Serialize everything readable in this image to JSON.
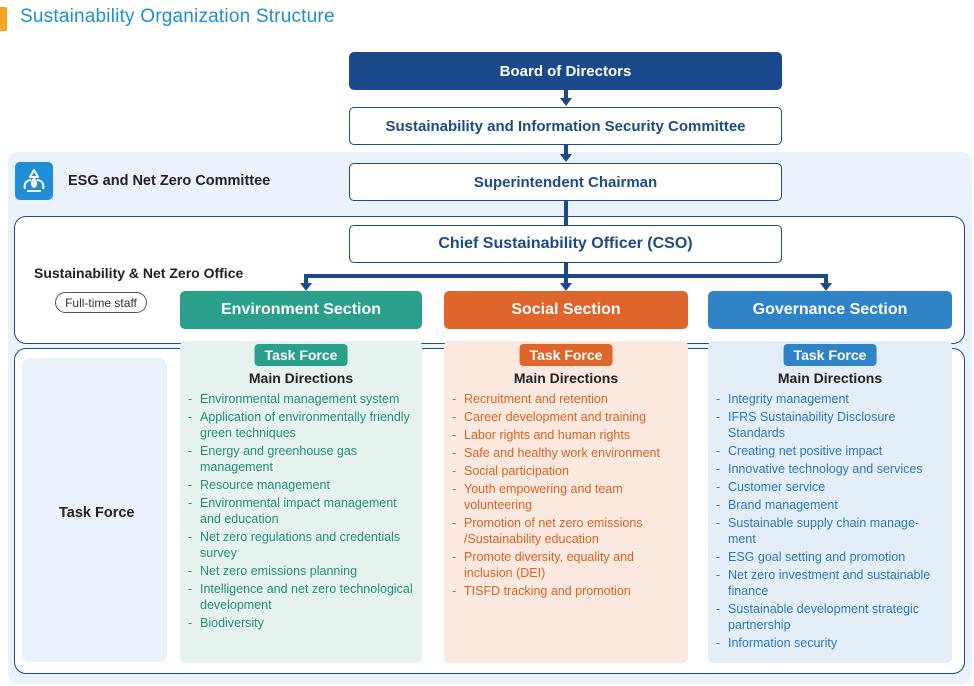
{
  "page": {
    "title": "Sustainability Organization Structure"
  },
  "hierarchy": {
    "board": "Board of Directors",
    "committee": "Sustainability and Information Security Committee",
    "chairman": "Superintendent Chairman",
    "cso": "Chief Sustainability Officer (CSO)"
  },
  "labels": {
    "esg_committee": "ESG and Net Zero Committee",
    "office": "Sustainability & Net Zero Office",
    "full_time": "Full-time staff",
    "task_force": "Task Force"
  },
  "sections": [
    {
      "title": "Environment Section",
      "badge": "Task Force",
      "subtitle": "Main Directions",
      "items": [
        "Environmental management system",
        "Application of environmentally friendly green techniques",
        "Energy and greenhouse gas management",
        "Resource management",
        "Environmental impact management and education",
        "Net zero regulations and credentials survey",
        "Net zero emissions planning",
        "Intelligence and net zero technological development",
        "Biodiversity"
      ]
    },
    {
      "title": "Social Section",
      "badge": "Task Force",
      "subtitle": "Main Directions",
      "items": [
        "Recruitment and retention",
        "Career development and training",
        "Labor rights and human rights",
        "Safe and healthy work environment",
        "Social participation",
        "Youth empowering and team volunteering",
        "Promotion of net zero emissions /Sustainability education",
        "Promote diversity, equality and inclusion (DEI)",
        "TISFD tracking and promotion"
      ]
    },
    {
      "title": "Governance Section",
      "badge": "Task Force",
      "subtitle": "Main Directions",
      "items": [
        "Integrity management",
        "IFRS Sustainability Disclosure Standards",
        "Creating net positive impact",
        "Innovative technology and services",
        "Customer service",
        "Brand management",
        "Sustainable supply chain manage- ment",
        "ESG goal setting and promotion",
        "Net zero investment and sustainable finance",
        "Sustainable development strategic partnership",
        "Information security"
      ]
    }
  ],
  "colors": {
    "navy": "#1b4a8c",
    "environment": "#2a9f8b",
    "social": "#e0652a",
    "governance": "#2f84c8",
    "title_accent": "#f5a623"
  },
  "icons": {
    "esg": "recycle-leaf-icon"
  }
}
